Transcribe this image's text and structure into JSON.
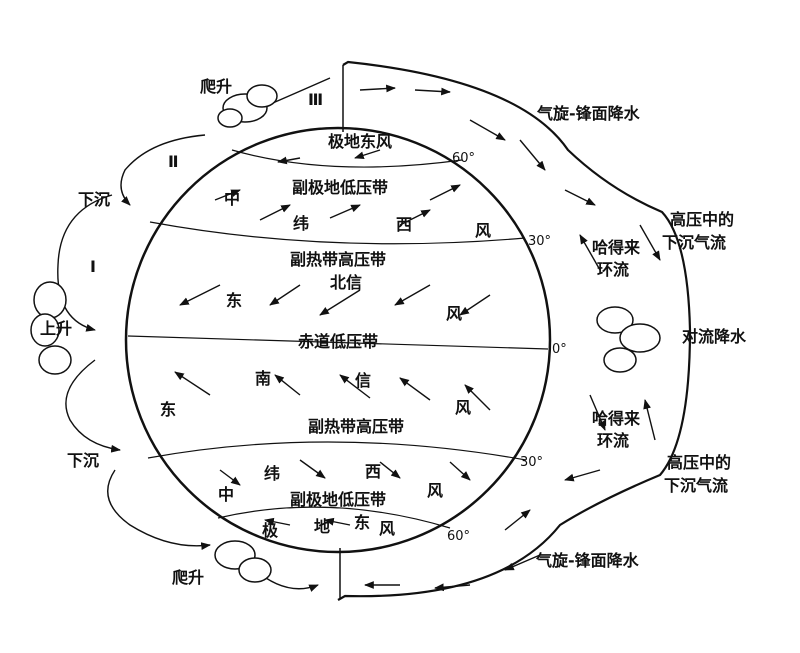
{
  "belts": {
    "polar_easterlies_n": "极地东风",
    "subpolar_low_n": "副极地低压带",
    "westerlies_n": [
      "中",
      "纬",
      "西",
      "风"
    ],
    "subtropical_high_n": "副热带高压带",
    "ne_trades": [
      "东",
      "北信",
      "风"
    ],
    "equatorial_low": "赤道低压带",
    "se_trades": [
      "南",
      "信",
      "东",
      "风"
    ],
    "subtropical_high_s": "副热带高压带",
    "westerlies_s": [
      "纬",
      "西",
      "中",
      "风"
    ],
    "subpolar_low_s": "副极地低压带",
    "polar_easterlies_s": [
      "极",
      "地",
      "东",
      "风"
    ]
  },
  "latitudes": [
    "60°",
    "30°",
    "0°",
    "30°",
    "60°"
  ],
  "cells": {
    "I": "Ⅰ",
    "II": "Ⅱ",
    "III": "Ⅲ"
  },
  "left_side": {
    "climb_top": "爬升",
    "sink_top": "下沉",
    "rise": "上升",
    "sink_bottom": "下沉",
    "climb_bottom": "爬升"
  },
  "right_side": {
    "cyclonic_front_top": "气旋-锋面降水",
    "hadley_top": [
      "哈得来",
      "环流"
    ],
    "high_subsidence_top": [
      "高压中的",
      "下沉气流"
    ],
    "convective_rain": "对流降水",
    "hadley_bottom": [
      "哈得来",
      "环流"
    ],
    "high_subsidence_bottom": [
      "高压中的",
      "下沉气流"
    ],
    "cyclonic_front_bottom": "气旋-锋面降水"
  }
}
